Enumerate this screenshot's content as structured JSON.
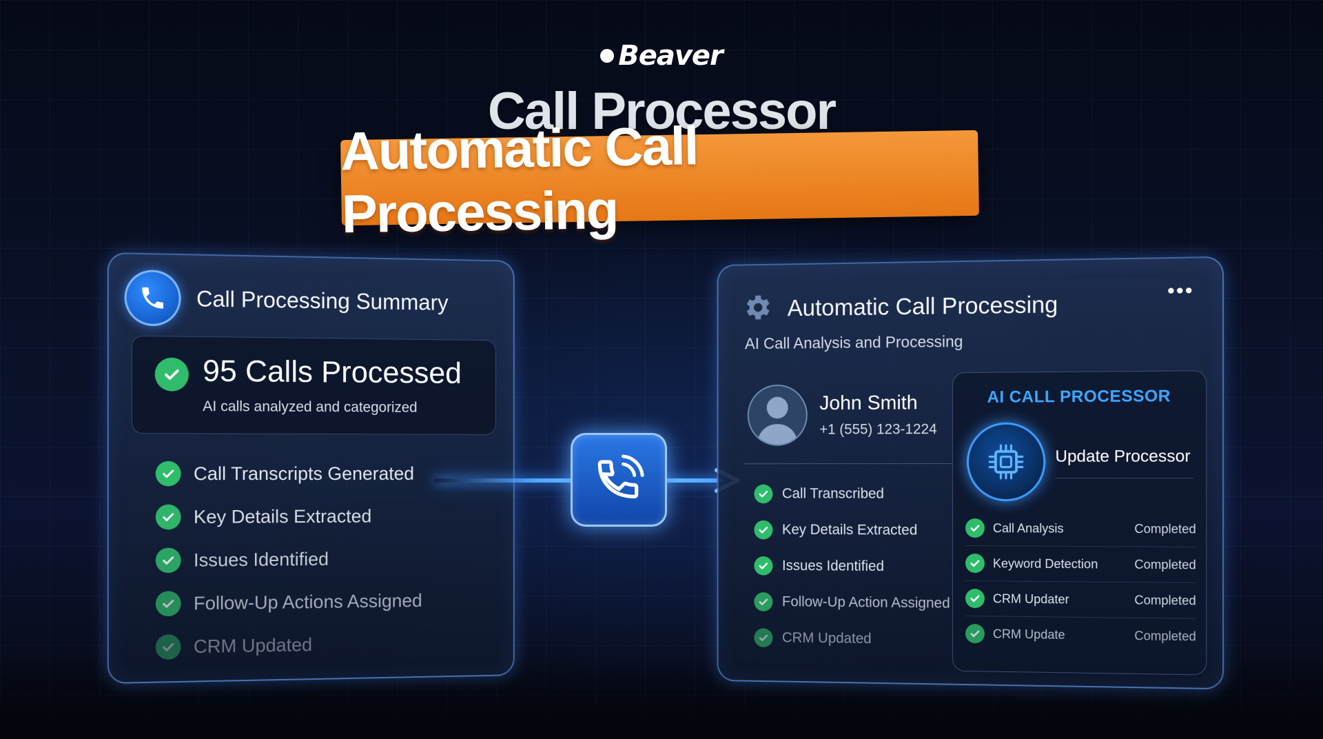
{
  "brand": {
    "name": "Beaver"
  },
  "header": {
    "title": "Call Processor",
    "banner": "Automatic Call Processing"
  },
  "summary_panel": {
    "title": "Call Processing Summary",
    "icon": "phone-icon",
    "stat_value": "95 Calls Processed",
    "stat_subtitle": "AI calls analyzed and categorized",
    "items": [
      {
        "label": "Call Transcripts Generated"
      },
      {
        "label": "Key Details Extracted"
      },
      {
        "label": "Issues Identified"
      },
      {
        "label": "Follow-Up Actions Assigned"
      },
      {
        "label": "CRM Updated"
      }
    ]
  },
  "processing_panel": {
    "title": "Automatic Call Processing",
    "subtitle": "AI Call Analysis and Processing",
    "icon": "gear-icon",
    "more_label": "•••",
    "contact": {
      "name": "John Smith",
      "phone": "+1 (555) 123-1224"
    },
    "steps": [
      {
        "label": "Call Transcribed"
      },
      {
        "label": "Key Details Extracted"
      },
      {
        "label": "Issues Identified"
      },
      {
        "label": "Follow-Up Action Assigned"
      },
      {
        "label": "CRM Updated"
      }
    ],
    "processor": {
      "heading": "AI CALL PROCESSOR",
      "action_label": "Update Processor",
      "rows": [
        {
          "name": "Call Analysis",
          "status": "Completed"
        },
        {
          "name": "Keyword Detection",
          "status": "Completed"
        },
        {
          "name": "CRM Updater",
          "status": "Completed"
        },
        {
          "name": "CRM Update",
          "status": "Completed"
        }
      ]
    }
  },
  "colors": {
    "accent_orange": "#f08a2a",
    "accent_blue": "#3fa6ff",
    "check_green": "#2fbd6b",
    "background": "#0a1128"
  }
}
